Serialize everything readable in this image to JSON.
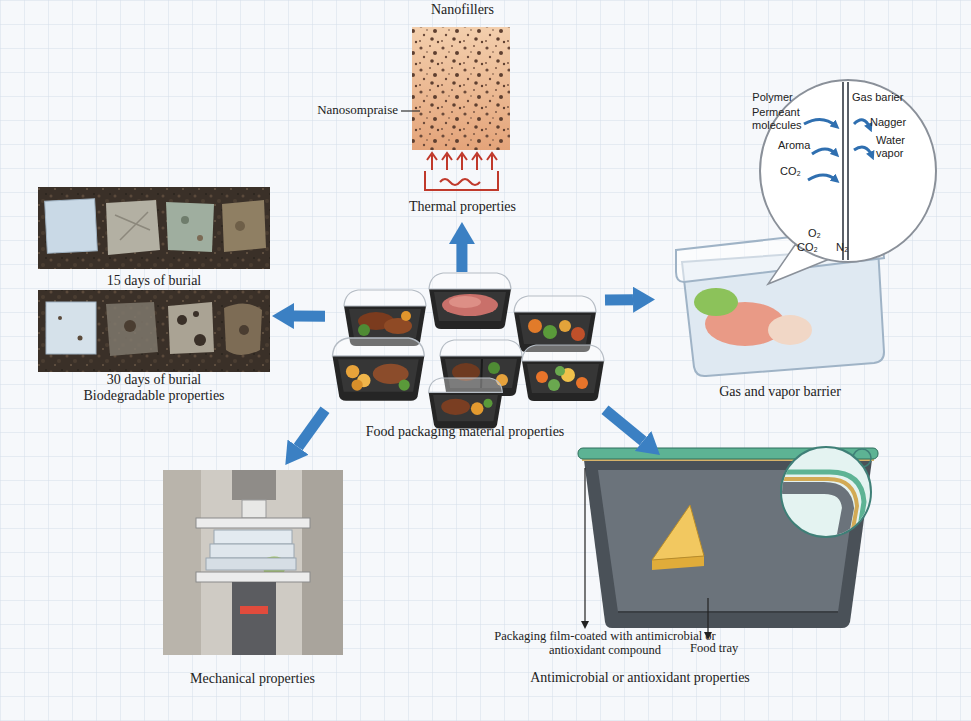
{
  "diagram": {
    "nodes": [
      {
        "text": [
          "Nanofillers",
          "Thermal properties"
        ]
      },
      {
        "text": [
          "15 days of burial",
          "30 days of burial",
          "Biodegradable properties"
        ]
      },
      {
        "text": [
          "Food packaging material properties"
        ]
      },
      {
        "text": [
          "Gas and vapor barrier"
        ]
      },
      {
        "text": [
          "Mechanical properties"
        ]
      },
      {
        "text": [
          "Antimicrobial or antioxidant properties"
        ]
      }
    ],
    "edges": [
      {
        "from": 2,
        "to": 0,
        "arrow": "to"
      },
      {
        "from": 2,
        "to": 1,
        "arrow": "to"
      },
      {
        "from": 2,
        "to": 3,
        "arrow": "to"
      },
      {
        "from": 2,
        "to": 4,
        "arrow": "to"
      },
      {
        "from": 2,
        "to": 5,
        "arrow": "to"
      }
    ],
    "labels": [
      "Nanosompraise",
      "Polymer",
      "Gas barier",
      "Permeant molecules",
      "Nagger",
      "Aroma",
      "Water vapor",
      "CO₂",
      "O₂",
      "CO₂",
      "N₂",
      "Packaging film-coated with antimicrobial or antioxidant compound",
      "Food tray"
    ]
  }
}
